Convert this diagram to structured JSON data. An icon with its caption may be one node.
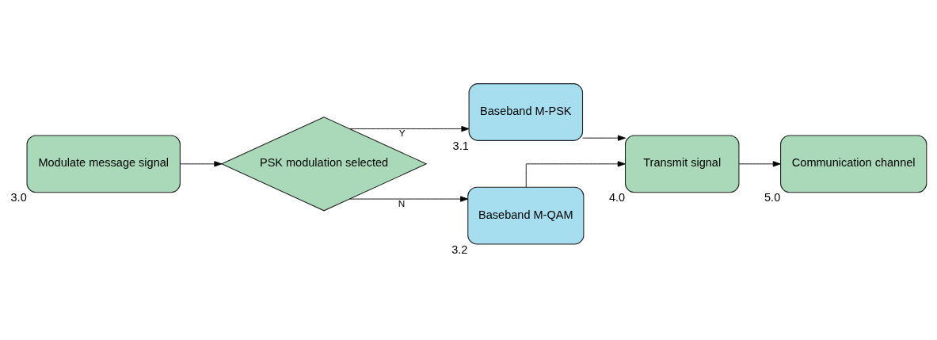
{
  "diagram": {
    "nodes": [
      {
        "text": [
          "Modulate message signal"
        ],
        "beside": [
          "3.0"
        ]
      },
      {
        "text": [
          "PSK modulation selected"
        ]
      },
      {
        "text": [
          "Baseband M-PSK"
        ],
        "beside": [
          "3.1"
        ]
      },
      {
        "text": [
          "Baseband M-QAM"
        ],
        "beside": [
          "3.2"
        ]
      },
      {
        "text": [
          "Transmit signal"
        ],
        "beside": [
          "4.0"
        ]
      },
      {
        "text": [
          "Communication channel"
        ],
        "beside": [
          "5.0"
        ]
      }
    ],
    "edges": [
      {
        "from": 0,
        "to": 1,
        "arrow": "to"
      },
      {
        "from": 1,
        "to": 2,
        "arrow": "to",
        "label": "Y"
      },
      {
        "from": 1,
        "to": 3,
        "arrow": "to",
        "label": "N"
      },
      {
        "from": 2,
        "to": 4,
        "arrow": "to"
      },
      {
        "from": 3,
        "to": 4,
        "arrow": "to"
      },
      {
        "from": 4,
        "to": 5,
        "arrow": "to"
      }
    ]
  }
}
